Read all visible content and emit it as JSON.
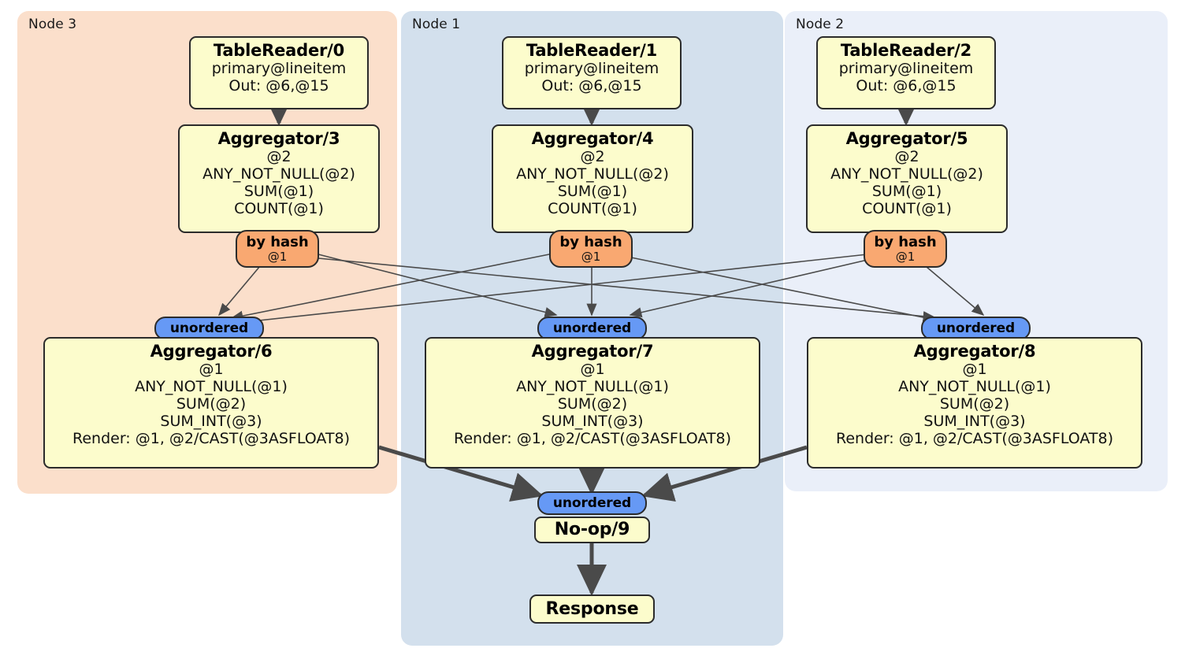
{
  "diagram": {
    "type": "distsql-physical-plan",
    "colors": {
      "node3_panel": "#FBDFCB",
      "node1_panel": "#D3E0ED",
      "node2_panel": "#EAEFF9",
      "box_fill": "#FCFCCC",
      "box_stroke": "#2b2b2b",
      "hash_fill": "#F9A871",
      "unordered_fill": "#6699F5",
      "edge_thin": "#4a4a4a",
      "edge_thick": "#4a4a4a"
    },
    "panels": [
      {
        "id": "node3",
        "label": "Node 3"
      },
      {
        "id": "node1",
        "label": "Node 1"
      },
      {
        "id": "node2",
        "label": "Node 2"
      }
    ],
    "readers": [
      {
        "title": "TableReader/0",
        "lines": [
          "primary@lineitem",
          "Out: @6,@15"
        ]
      },
      {
        "title": "TableReader/1",
        "lines": [
          "primary@lineitem",
          "Out: @6,@15"
        ]
      },
      {
        "title": "TableReader/2",
        "lines": [
          "primary@lineitem",
          "Out: @6,@15"
        ]
      }
    ],
    "local_aggregators": [
      {
        "title": "Aggregator/3",
        "lines": [
          "@2",
          "ANY_NOT_NULL(@2)",
          "SUM(@1)",
          "COUNT(@1)"
        ]
      },
      {
        "title": "Aggregator/4",
        "lines": [
          "@2",
          "ANY_NOT_NULL(@2)",
          "SUM(@1)",
          "COUNT(@1)"
        ]
      },
      {
        "title": "Aggregator/5",
        "lines": [
          "@2",
          "ANY_NOT_NULL(@2)",
          "SUM(@1)",
          "COUNT(@1)"
        ]
      }
    ],
    "hash_routers": [
      {
        "title": "by hash",
        "sub": "@1"
      },
      {
        "title": "by hash",
        "sub": "@1"
      },
      {
        "title": "by hash",
        "sub": "@1"
      }
    ],
    "unordered_synchronizers": [
      {
        "label": "unordered"
      },
      {
        "label": "unordered"
      },
      {
        "label": "unordered"
      },
      {
        "label": "unordered"
      }
    ],
    "final_aggregators": [
      {
        "title": "Aggregator/6",
        "lines": [
          "@1",
          "ANY_NOT_NULL(@1)",
          "SUM(@2)",
          "SUM_INT(@3)",
          "Render: @1, @2/CAST(@3ASFLOAT8)"
        ]
      },
      {
        "title": "Aggregator/7",
        "lines": [
          "@1",
          "ANY_NOT_NULL(@1)",
          "SUM(@2)",
          "SUM_INT(@3)",
          "Render: @1, @2/CAST(@3ASFLOAT8)"
        ]
      },
      {
        "title": "Aggregator/8",
        "lines": [
          "@1",
          "ANY_NOT_NULL(@1)",
          "SUM(@2)",
          "SUM_INT(@3)",
          "Render: @1, @2/CAST(@3ASFLOAT8)"
        ]
      }
    ],
    "noop": {
      "title": "No-op/9"
    },
    "response": {
      "title": "Response"
    }
  }
}
